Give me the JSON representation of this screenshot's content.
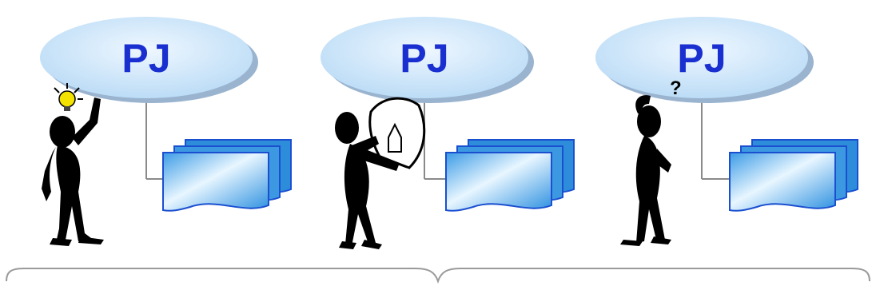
{
  "groups": [
    {
      "label": "PJ",
      "figure": "idea-lightbulb-figure"
    },
    {
      "label": "PJ",
      "figure": "holding-drawing-figure"
    },
    {
      "label": "PJ",
      "figure": "question-mark-figure"
    }
  ],
  "colors": {
    "ellipse_fill": "#cfe6fa",
    "ellipse_shadow": "#9ab4d0",
    "label": "#1a2fd0",
    "doc_fill": "#4aa8e8",
    "doc_highlight": "#eaf6ff",
    "doc_stroke": "#1a4fd0",
    "connector": "#8a8a8a",
    "figure": "#000000",
    "bulb": "#f4e200"
  },
  "icons": [
    "lightbulb-icon",
    "question-mark-icon",
    "house-sketch-icon"
  ]
}
